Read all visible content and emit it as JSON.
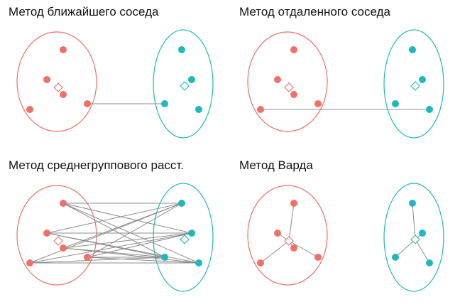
{
  "panels": [
    {
      "title": "Метод ближайшего соседа"
    },
    {
      "title": "Метод отдаленного соседа"
    },
    {
      "title": "Метод среднегруппового расст."
    },
    {
      "title": "Метод Варда"
    }
  ],
  "colors": {
    "red": "#f07067",
    "teal": "#1db9bf",
    "line": "#8c8c8c",
    "title": "#111111"
  },
  "icons": {
    "centroid": "diamond-icon",
    "point": "dot-icon"
  }
}
